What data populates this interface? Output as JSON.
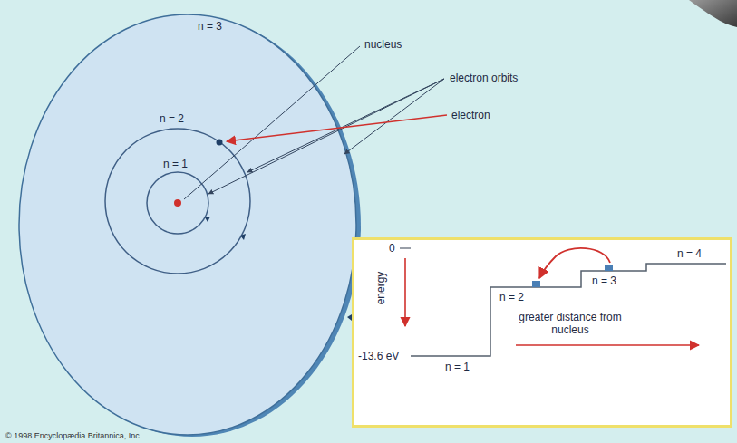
{
  "diagram": {
    "nodes": [
      {
        "text": [
          "0",
          "energy",
          "-13.6 eV",
          "n = 1",
          "n = 2",
          "n = 3",
          "n = 4",
          "greater distance from nucleus"
        ]
      }
    ],
    "labels": [
      "n = 3",
      "n = 2",
      "n = 1",
      "nucleus",
      "electron orbits",
      "electron",
      "© 1998 Encyclopædia Britannica, Inc."
    ]
  }
}
